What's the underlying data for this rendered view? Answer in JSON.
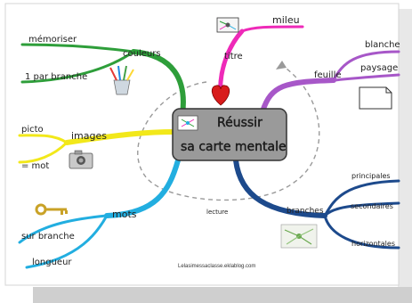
{
  "center": {
    "line1": "Réussir",
    "line2": "sa carte mentale"
  },
  "branches": {
    "couleurs": {
      "label": "couleurs",
      "items": [
        "mémoriser",
        "1 par branche"
      ]
    },
    "images": {
      "label": "images",
      "items": [
        "picto",
        "= mot"
      ]
    },
    "mots": {
      "label": "mots",
      "items": [
        "sur branche",
        "longueur"
      ]
    },
    "titre": {
      "label": "titre",
      "items": [
        "mileu"
      ]
    },
    "feuille": {
      "label": "feuille",
      "items": [
        "blanche",
        "paysage"
      ]
    },
    "branches": {
      "label": "branches",
      "items": [
        "principales",
        "secondaires",
        "horizontales"
      ]
    }
  },
  "lecture": "lecture",
  "footer": "Lelasimessaclasse.eklablog.com",
  "colors": {
    "green": "#2e9e3a",
    "yellow": "#f2e81a",
    "blue": "#22aee0",
    "magenta": "#ee2ab8",
    "purple": "#a757c8",
    "navy": "#1d4a8c",
    "center": "#9a9a9a",
    "heart": "#d81b1b"
  },
  "icons": [
    "pencils-icon",
    "camera-icon",
    "key-icon",
    "mini-map-icon",
    "paper-icon",
    "branch-map-icon",
    "heart-icon"
  ]
}
